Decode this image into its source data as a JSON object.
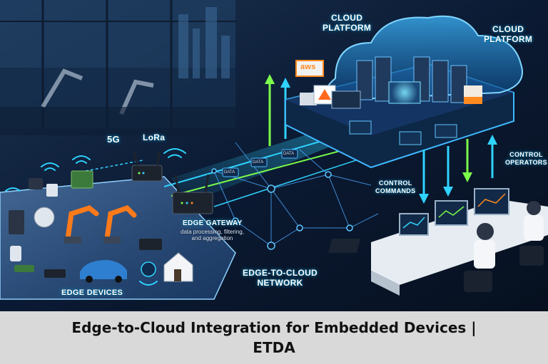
{
  "labels": {
    "cloud_platform_left": "CLOUD\nPLATFORM",
    "cloud_platform_right": "CLOUD\nPLATFORM",
    "edge_gateway": "EDGE GATEWAY",
    "edge_gateway_desc": "data processing, filtering,\nand aggregation",
    "edge_to_cloud_network": "EDGE-TO-CLOUD\nNETWORK",
    "edge_devices": "EDGE DEVICES",
    "control_operators": "CONTROL\nOPERATORS",
    "control_commands": "CONTROL\nCOMMANDS",
    "badge_5g": "5G",
    "badge_lora": "LoRa",
    "aws": "aws",
    "data_packets": [
      "DATA",
      "DATA",
      "DATA"
    ]
  },
  "caption": "Edge-to-Cloud Integration for Embedded Devices | ETDA",
  "colors": {
    "cyan": "#2fd3ff",
    "green": "#7cff4a",
    "orange": "#ff8a1f",
    "dark": "#0a1830"
  }
}
